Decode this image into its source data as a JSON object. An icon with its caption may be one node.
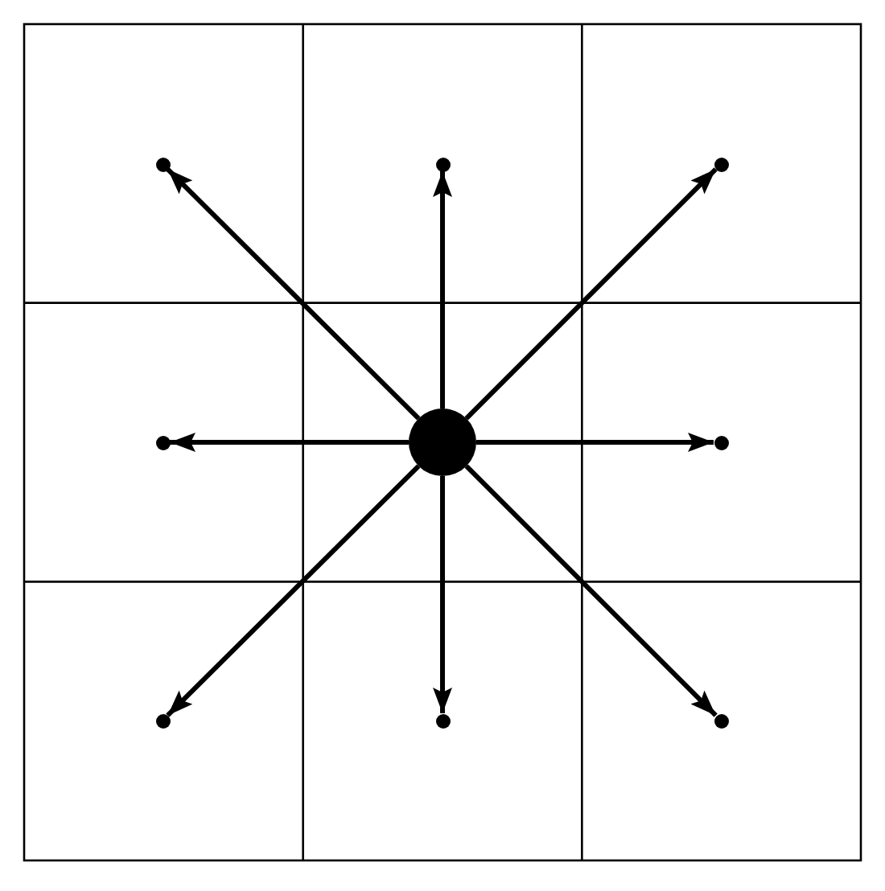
{
  "diagram": {
    "nodes": [
      {
        "text": [],
        "shape": "circle"
      },
      {
        "text": [],
        "shape": "circle"
      },
      {
        "text": [],
        "shape": "circle"
      },
      {
        "text": [],
        "shape": "circle"
      },
      {
        "text": [],
        "shape": "circle"
      },
      {
        "text": [],
        "shape": "circle"
      },
      {
        "text": [],
        "shape": "circle"
      },
      {
        "text": [],
        "shape": "circle"
      },
      {
        "text": [],
        "shape": "circle"
      }
    ],
    "edges": [
      {
        "from": 4,
        "to": 0,
        "arrow": "to"
      },
      {
        "from": 4,
        "to": 1,
        "arrow": "to"
      },
      {
        "from": 4,
        "to": 2,
        "arrow": "to"
      },
      {
        "from": 4,
        "to": 3,
        "arrow": "to"
      },
      {
        "from": 4,
        "to": 5,
        "arrow": "to"
      },
      {
        "from": 4,
        "to": 6,
        "arrow": "to"
      },
      {
        "from": 4,
        "to": 7,
        "arrow": "to"
      },
      {
        "from": 4,
        "to": 8,
        "arrow": "to"
      }
    ]
  }
}
